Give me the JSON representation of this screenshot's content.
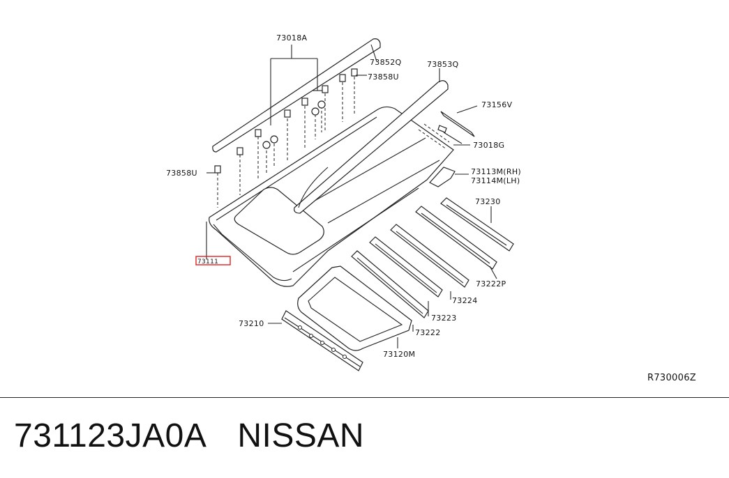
{
  "diagram": {
    "labels": {
      "p73018A": "73018A",
      "p73852Q": "73852Q",
      "p73858U_top": "73858U",
      "p73853Q": "73853Q",
      "p73156V": "73156V",
      "p73018G": "73018G",
      "p73858U_left": "73858U",
      "p73113M": "73113M(RH)",
      "p73114M": "73114M(LH)",
      "p73230": "73230",
      "p73111": "73111",
      "p73222P": "73222P",
      "p73224": "73224",
      "p73223": "73223",
      "p73210": "73210",
      "p73222": "73222",
      "p73120M": "73120M"
    },
    "reference_code": "R730006Z",
    "highlight_color": "#e02020"
  },
  "footer": {
    "part_number": "731123JA0A",
    "brand": "NISSAN"
  }
}
